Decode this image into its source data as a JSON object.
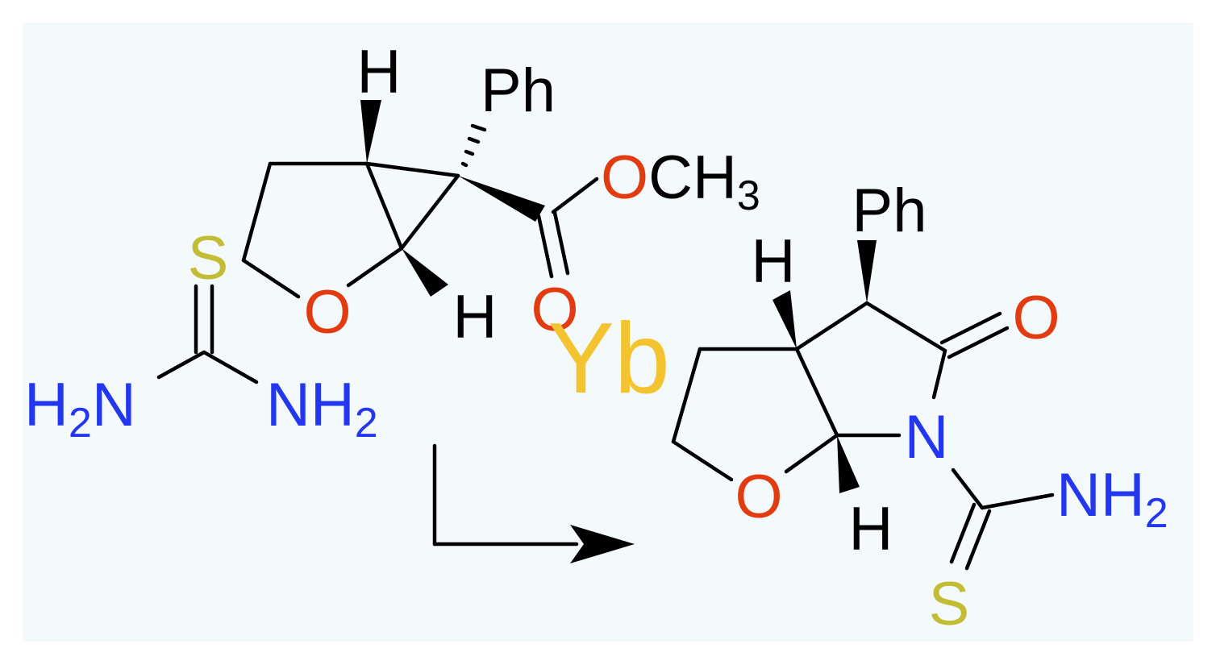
{
  "colors": {
    "background": "#f4fafc",
    "bond": "#000000",
    "carbon_h": "#000000",
    "oxygen": "#e23b0f",
    "nitrogen": "#2336f0",
    "sulfur": "#c2bd35",
    "catalyst": "#f3c430"
  },
  "reactant_thiourea": {
    "s": "S",
    "nh2_left_n": "N",
    "nh2_left_h": "H",
    "nh2_left_sub": "2",
    "nh2_right_n": "N",
    "nh2_right_h": "H",
    "nh2_right_sub": "2"
  },
  "reactant_cyclopropane": {
    "h_top": "H",
    "ph": "Ph",
    "ester_o": "O",
    "ester_c": "C",
    "ester_h": "H",
    "ester_sub": "3",
    "carbonyl_o": "O",
    "ring_o": "O",
    "h_bottom": "H"
  },
  "catalyst": "Yb",
  "product": {
    "ph": "Ph",
    "h_top": "H",
    "carbonyl_o": "O",
    "n": "N",
    "ring_o": "O",
    "h_bottom": "H",
    "nh2_n": "N",
    "nh2_h": "H",
    "nh2_sub": "2",
    "s": "S"
  }
}
